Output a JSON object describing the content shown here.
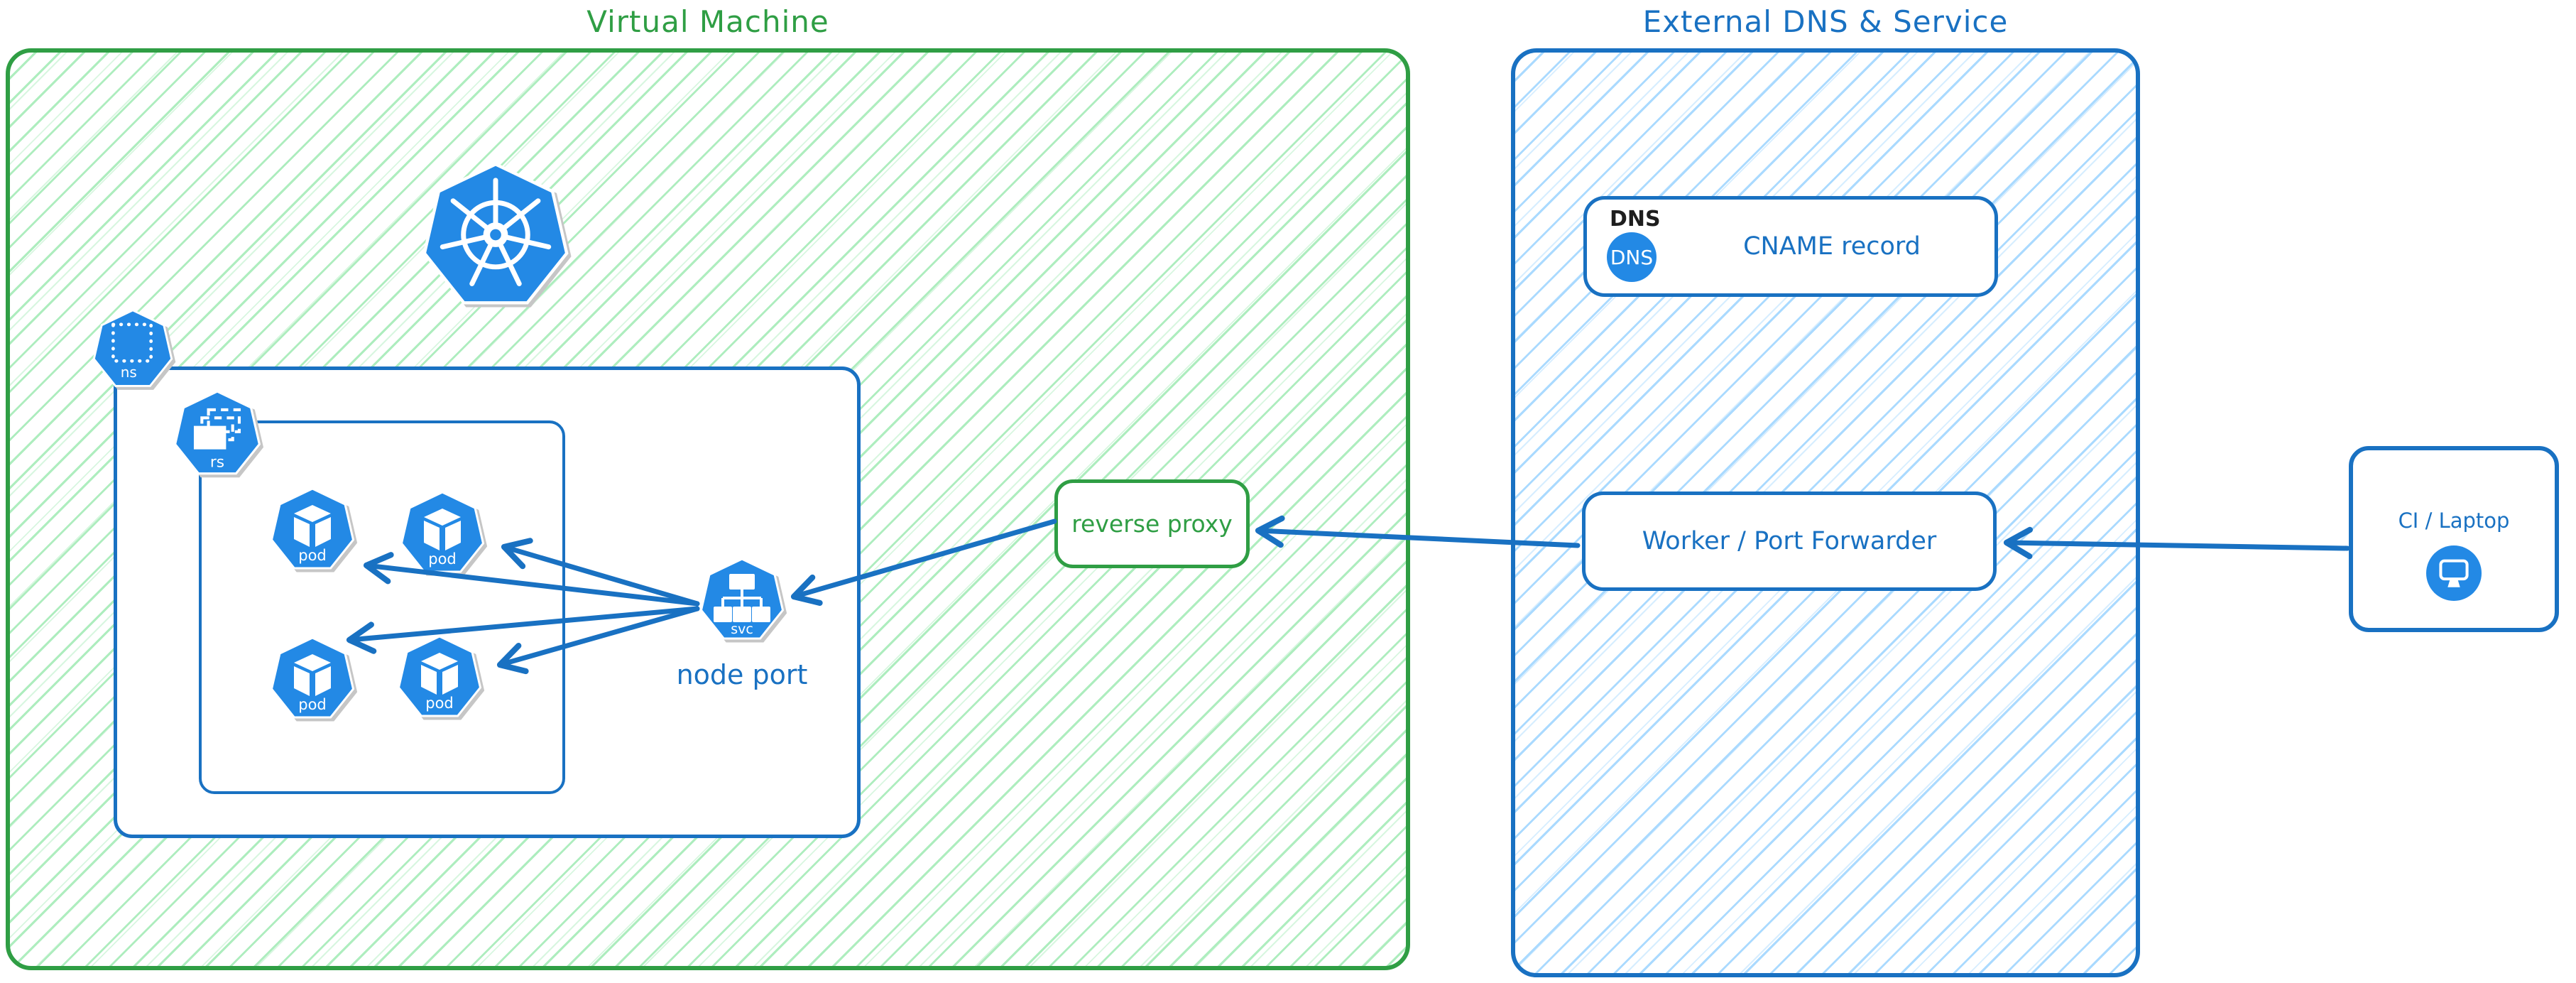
{
  "titles": {
    "vm": "Virtual Machine",
    "external": "External DNS & Service"
  },
  "vm": {
    "node_port_caption": "node port",
    "icons": {
      "kubernetes_logo": "kubernetes-logo",
      "namespace": {
        "name": "namespace-icon",
        "label": "ns"
      },
      "replicaset": {
        "name": "replicaset-icon",
        "label": "rs"
      },
      "service": {
        "name": "service-icon",
        "label": "svc"
      },
      "pods": [
        {
          "name": "pod-icon",
          "label": "pod"
        },
        {
          "name": "pod-icon",
          "label": "pod"
        },
        {
          "name": "pod-icon",
          "label": "pod"
        },
        {
          "name": "pod-icon",
          "label": "pod"
        }
      ]
    }
  },
  "reverse_proxy": {
    "label": "reverse proxy"
  },
  "external": {
    "dns_record": {
      "tag": "DNS",
      "badge": "DNS",
      "label": "CNAME record"
    },
    "worker": {
      "label": "Worker / Port Forwarder"
    }
  },
  "ci": {
    "label": "CI / Laptop",
    "icon": "monitor-icon"
  },
  "connections": [
    {
      "from": "ci-laptop",
      "to": "worker-port-forwarder"
    },
    {
      "from": "worker-port-forwarder",
      "to": "reverse-proxy"
    },
    {
      "from": "reverse-proxy",
      "to": "node-port-service"
    },
    {
      "from": "node-port-service",
      "to": "pod-1"
    },
    {
      "from": "node-port-service",
      "to": "pod-2"
    },
    {
      "from": "node-port-service",
      "to": "pod-3"
    },
    {
      "from": "node-port-service",
      "to": "pod-4"
    }
  ],
  "colors": {
    "green": "#2f9e44",
    "green_hatch": "#a9ecbb",
    "blue": "#1971c2",
    "blue_hatch": "#a5d8ff",
    "icon_blue": "#2389e5",
    "text_black": "#1e1e1e"
  }
}
